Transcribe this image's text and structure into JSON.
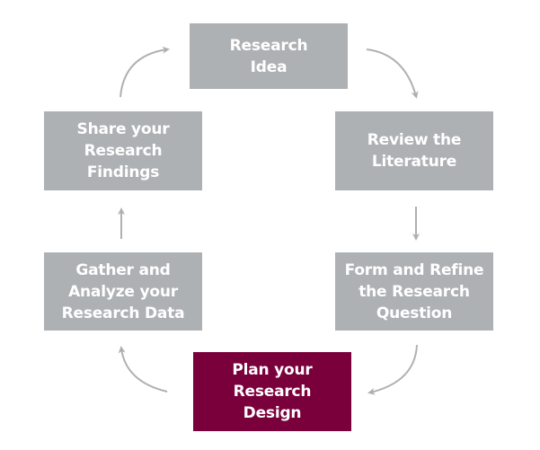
{
  "diagram": {
    "type": "cycle",
    "colors": {
      "step": "#aeb1b4",
      "active_step": "#7a003c",
      "arrow": "#aeb1b4",
      "text": "#ffffff"
    },
    "steps": [
      {
        "id": "idea",
        "label": "Research\nIdea",
        "active": false
      },
      {
        "id": "review",
        "label": "Review the\nLiterature",
        "active": false
      },
      {
        "id": "question",
        "label": "Form and Refine\nthe Research\nQuestion",
        "active": false
      },
      {
        "id": "design",
        "label": "Plan your\nResearch\nDesign",
        "active": true
      },
      {
        "id": "data",
        "label": "Gather and\nAnalyze your\nResearch Data",
        "active": false
      },
      {
        "id": "share",
        "label": "Share your\nResearch\nFindings",
        "active": false
      }
    ],
    "connections": [
      {
        "from": "idea",
        "to": "review"
      },
      {
        "from": "review",
        "to": "question"
      },
      {
        "from": "question",
        "to": "design"
      },
      {
        "from": "design",
        "to": "data"
      },
      {
        "from": "data",
        "to": "share"
      },
      {
        "from": "share",
        "to": "idea"
      }
    ]
  }
}
